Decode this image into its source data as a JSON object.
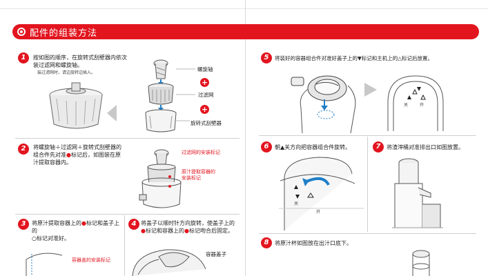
{
  "header": {
    "title": "配件的组装方法",
    "icon": "target-icon"
  },
  "steps": {
    "s1": {
      "num": "1",
      "text": "按如图的顺序，在旋转式刮壁器内依次装过滤网和螺旋轴。",
      "note": "装过滤网时，请边旋转边插入。",
      "labels": {
        "screw": "螺旋轴",
        "filter": "过滤网",
        "wiper": "旋转式刮壁器"
      }
    },
    "s2": {
      "num": "2",
      "text_a": "将螺旋轴＋过滤网＋旋转式刮壁器的组合件先对准",
      "text_b": "标记后，如图装在原汁提取容器内。",
      "labels": {
        "filter_mark": "过滤网的安装标记",
        "container_mark_1": "原汁提取容器的",
        "container_mark_2": "安装标记"
      }
    },
    "s3": {
      "num": "3",
      "text_a": "将原汁提取容器上的",
      "text_b": "标记和盖子上的",
      "text_c": "标记对准好。",
      "labels": {
        "lid_mark": "容器盖的安装标记"
      }
    },
    "s4": {
      "num": "4",
      "text_a": "将盖子以顺时针方向旋转，使盖子上的",
      "text_b": "标记和容器上的",
      "text_c": "标记吻合后固定。",
      "labels": {
        "lid": "容器盖子"
      }
    },
    "s5": {
      "num": "5",
      "text": "将装好的容器组合件对准好盖子上的▼标记和主机上的△标记后放置。",
      "labels": {
        "close": "关",
        "open": "开"
      }
    },
    "s6": {
      "num": "6",
      "text": "朝▲关方向把容器组合件旋转。",
      "labels": {
        "close": "关",
        "open": "开"
      }
    },
    "s7": {
      "num": "7",
      "text": "将渣滓桶对准排出口如图放置。"
    },
    "s8": {
      "num": "8",
      "text": "将原汁杯如图放在出汁口底下。"
    }
  },
  "colors": {
    "accent": "#e2151f",
    "arrow_blue": "#1f7fc8"
  }
}
